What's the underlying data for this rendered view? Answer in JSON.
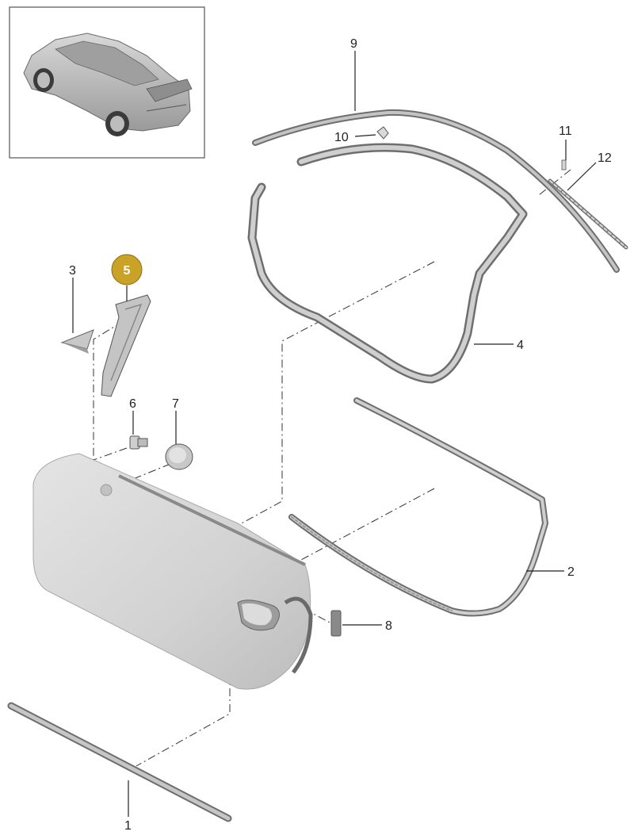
{
  "diagram": {
    "highlight_color": "#c9a227",
    "callouts": [
      {
        "id": "c1",
        "label": "1"
      },
      {
        "id": "c2",
        "label": "2"
      },
      {
        "id": "c3",
        "label": "3"
      },
      {
        "id": "c4",
        "label": "4"
      },
      {
        "id": "c5",
        "label": "5",
        "highlighted": true
      },
      {
        "id": "c6",
        "label": "6"
      },
      {
        "id": "c7",
        "label": "7"
      },
      {
        "id": "c8",
        "label": "8"
      },
      {
        "id": "c9",
        "label": "9"
      },
      {
        "id": "c10",
        "label": "10"
      },
      {
        "id": "c11",
        "label": "11"
      },
      {
        "id": "c12",
        "label": "12"
      }
    ]
  }
}
